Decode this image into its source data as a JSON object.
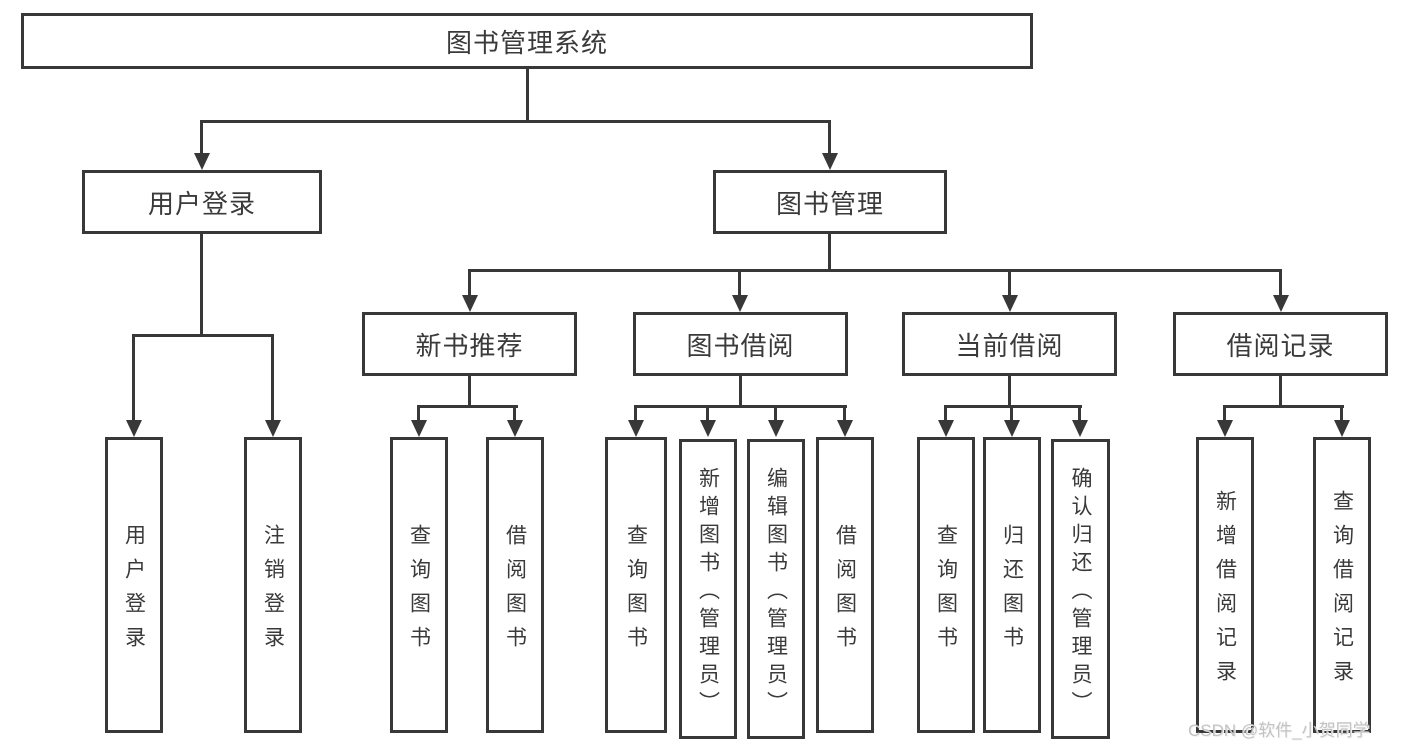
{
  "colors": {
    "line": "#383838",
    "text": "#3a3a3a",
    "box_background": "#ffffff",
    "watermark_text": "#c3c3c3"
  },
  "tree": {
    "label": "图书管理系统",
    "children": [
      {
        "label": "用户登录",
        "children": [
          {
            "label": "用户登录"
          },
          {
            "label": "注销登录"
          }
        ]
      },
      {
        "label": "图书管理",
        "children": [
          {
            "label": "新书推荐",
            "children": [
              {
                "label": "查询图书"
              },
              {
                "label": "借阅图书"
              }
            ]
          },
          {
            "label": "图书借阅",
            "children": [
              {
                "label": "查询图书"
              },
              {
                "label": "新增图书（管理员）"
              },
              {
                "label": "编辑图书（管理员）"
              },
              {
                "label": "借阅图书"
              }
            ]
          },
          {
            "label": "当前借阅",
            "children": [
              {
                "label": "查询图书"
              },
              {
                "label": "归还图书"
              },
              {
                "label": "确认归还（管理员）"
              }
            ]
          },
          {
            "label": "借阅记录",
            "children": [
              {
                "label": "新增借阅记录"
              },
              {
                "label": "查询借阅记录"
              }
            ]
          }
        ]
      }
    ]
  },
  "watermark": "CSDN @软件_小贺同学"
}
